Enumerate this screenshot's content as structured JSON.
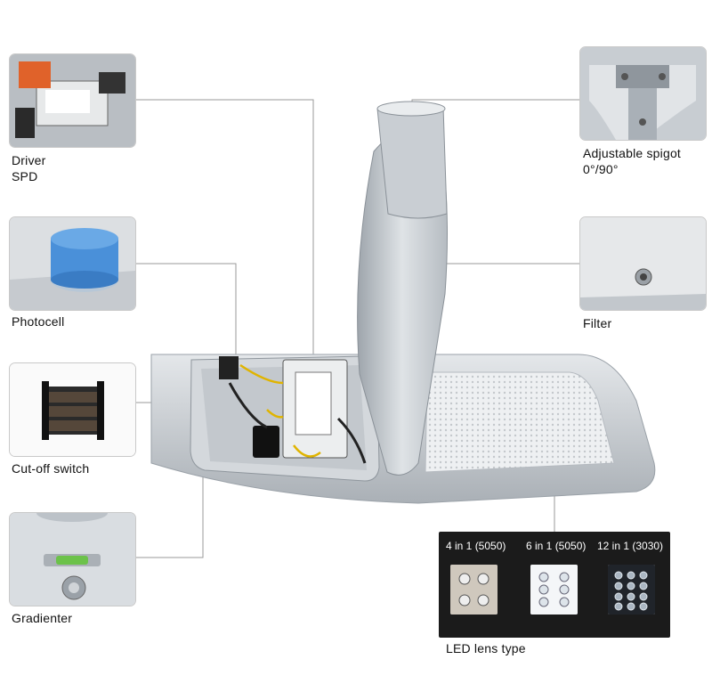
{
  "callouts": {
    "driver": {
      "line1": "Driver",
      "line2": "SPD"
    },
    "photocell": "Photocell",
    "cutoff": "Cut-off switch",
    "gradienter": "Gradienter",
    "spigot": {
      "line1": "Adjustable spigot",
      "line2": "0°/90°"
    },
    "filter": "Filter",
    "led_lens_type": "LED lens type"
  },
  "led_lenses": [
    {
      "label": "4 in 1 (5050)"
    },
    {
      "label": "6 in 1 (5050)"
    },
    {
      "label": "12 in 1 (3030)"
    }
  ],
  "colors": {
    "housing": "#c7ccd1",
    "photocell": "#4a90d9",
    "panel": "#1b1b1b",
    "callout_line": "#9a9a9a"
  }
}
